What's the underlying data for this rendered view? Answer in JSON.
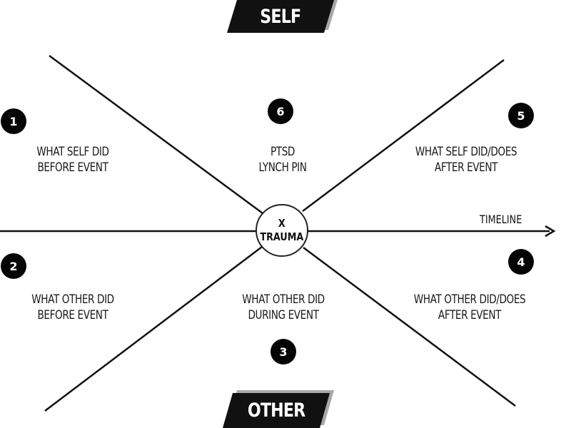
{
  "banners": {
    "self": "SELF",
    "other": "OTHER"
  },
  "center": {
    "line1": "X",
    "line2": "TRAUMA"
  },
  "timeline": "TIMELINE",
  "quadrants": [
    {
      "number": "1",
      "line1": "WHAT SELF DID",
      "line2": "BEFORE EVENT"
    },
    {
      "number": "2",
      "line1": "WHAT OTHER DID",
      "line2": "BEFORE EVENT"
    },
    {
      "number": "3",
      "line1": "WHAT OTHER DID",
      "line2": "DURING EVENT"
    },
    {
      "number": "4",
      "line1": "WHAT OTHER DID/DOES",
      "line2": "AFTER EVENT"
    },
    {
      "number": "5",
      "line1": "WHAT SELF DID/DOES",
      "line2": "AFTER EVENT"
    },
    {
      "number": "6",
      "line1": "PTSD",
      "line2": "LYNCH PIN"
    }
  ]
}
